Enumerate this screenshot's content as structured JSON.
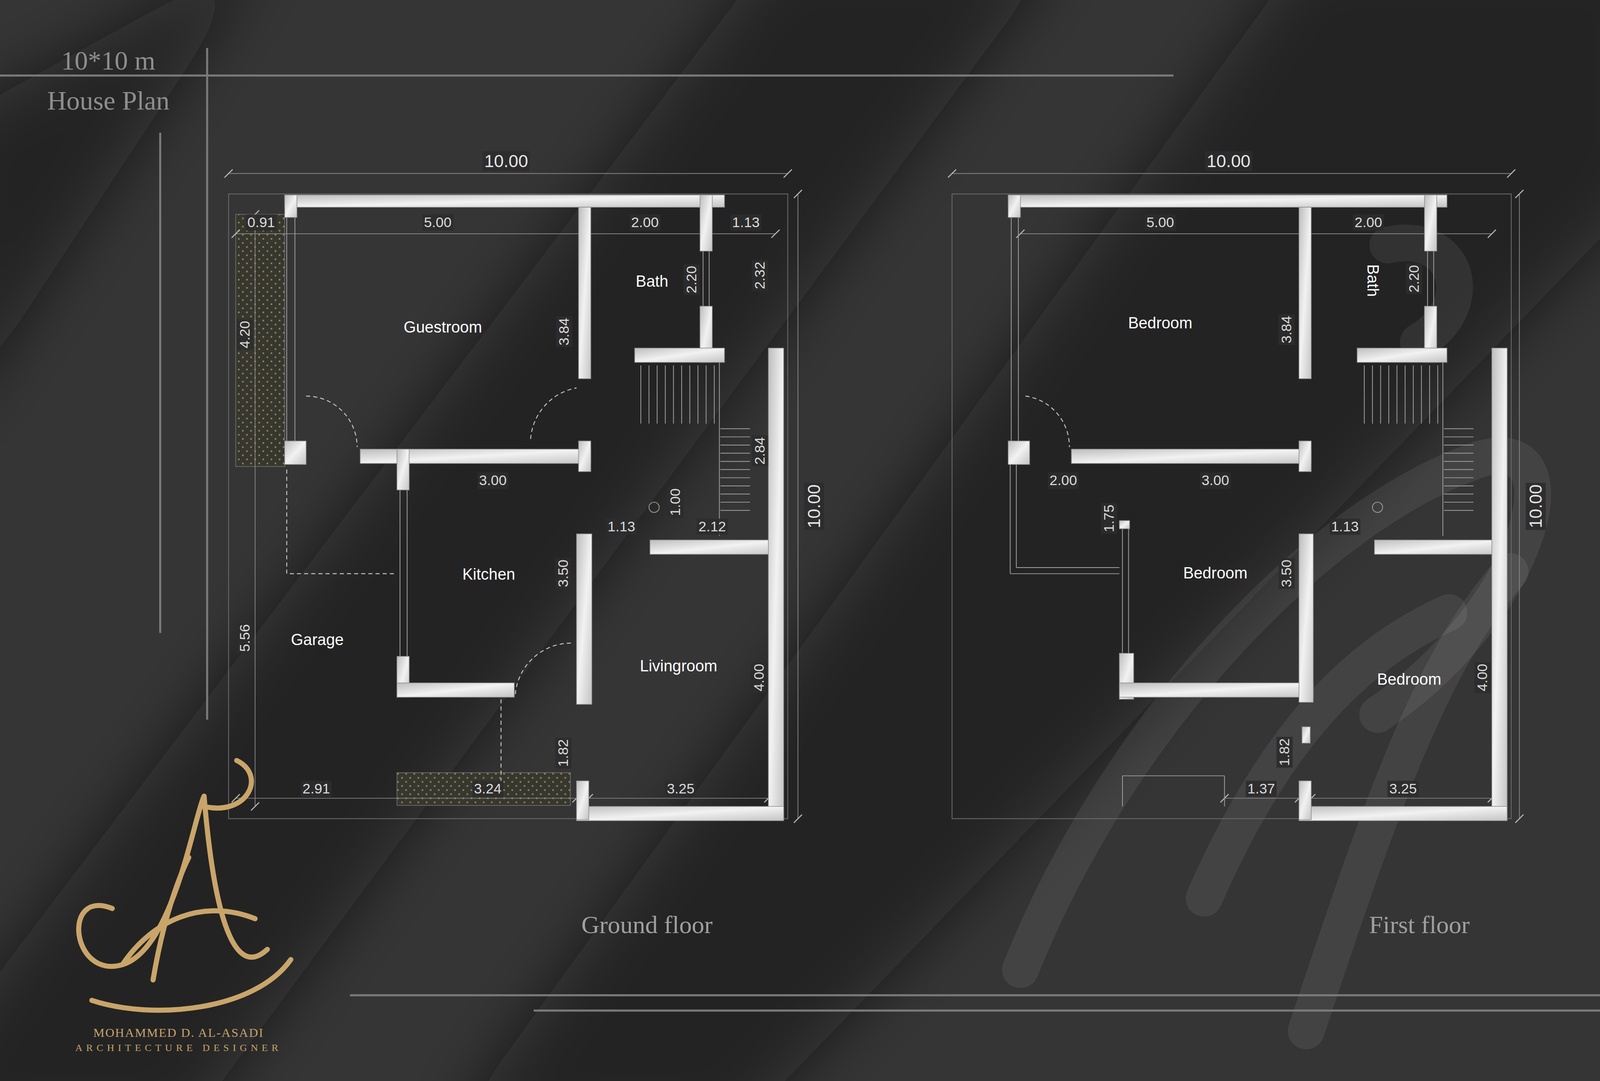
{
  "diagram": {
    "title": "10*10 m House Plan",
    "labels": [
      "10.00",
      "0.91",
      "5.00",
      "2.00",
      "1.13",
      "4.20",
      "Guestroom",
      "3.84",
      "Bath",
      "2.20",
      "2.32",
      "2.84",
      "3.00",
      "1.00",
      "1.13",
      "2.12",
      "10.00",
      "Kitchen",
      "3.50",
      "Garage",
      "5.56",
      "Livingroom",
      "4.00",
      "1.82",
      "2.91",
      "3.24",
      "3.25",
      "Ground floor",
      "10.00",
      "5.00",
      "2.00",
      "Bath",
      "2.20",
      "Bedroom",
      "3.84",
      "2.00",
      "3.00",
      "1.75",
      "1.13",
      "Bedroom",
      "3.50",
      "10.00",
      "Bedroom",
      "4.00",
      "1.82",
      "1.37",
      "3.25",
      "First floor",
      "MOHAMMED D. AL-ASADI",
      "ARCHITECTURE DESIGNER"
    ]
  }
}
